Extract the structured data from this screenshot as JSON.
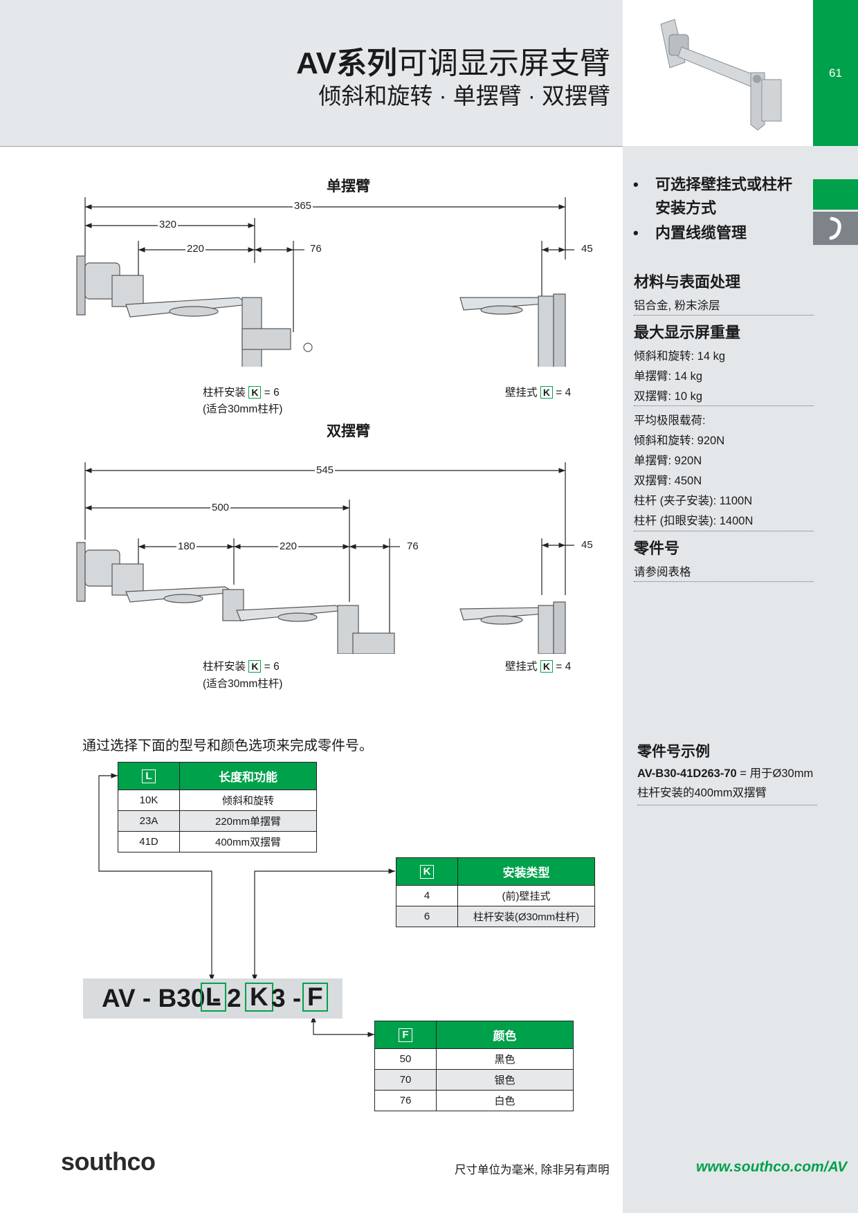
{
  "header": {
    "title_bold": "AV系列",
    "title_rest": "可调显示屏支臂",
    "subtitle": "倾斜和旋转 · 单摆臂 · 双摆臂",
    "page_number": "61"
  },
  "features": [
    "可选择壁挂式或柱杆安装方式",
    "内置线缆管理"
  ],
  "specs": {
    "material_heading": "材料与表面处理",
    "material": "铝合金, 粉末涂层",
    "max_weight_heading": "最大显示屏重量",
    "max_weight": [
      "倾斜和旋转: 14 kg",
      "单摆臂: 14 kg",
      "双摆臂: 10 kg"
    ],
    "load_heading": "平均极限载荷:",
    "loads": [
      "倾斜和旋转: 920N",
      "单摆臂: 920N",
      "双摆臂: 450N",
      "柱杆 (夹子安装): 1100N",
      "柱杆 (扣眼安装): 1400N"
    ],
    "part_heading": "零件号",
    "part_text": "请参阅表格"
  },
  "single_arm": {
    "title": "单摆臂",
    "dims": [
      "365",
      "320",
      "220",
      "76",
      "45"
    ],
    "pole_label": "柱杆安装",
    "pole_value": "= 6",
    "pole_note": "(适合30mm柱杆)",
    "wall_label": "壁挂式",
    "wall_value": "= 4",
    "k": "K"
  },
  "double_arm": {
    "title": "双摆臂",
    "dims": [
      "545",
      "500",
      "180",
      "220",
      "76",
      "45"
    ],
    "pole_label": "柱杆安装",
    "pole_value": "= 6",
    "pole_note": "(适合30mm柱杆)",
    "wall_label": "壁挂式",
    "wall_value": "= 4",
    "k": "K"
  },
  "instruction": "通过选择下面的型号和颜色选项来完成零件号。",
  "table_l": {
    "key": "L",
    "heading": "长度和功能",
    "rows": [
      [
        "10K",
        "倾斜和旋转"
      ],
      [
        "23A",
        "220mm单摆臂"
      ],
      [
        "41D",
        "400mm双摆臂"
      ]
    ]
  },
  "table_k": {
    "key": "K",
    "heading": "安装类型",
    "rows": [
      [
        "4",
        "(前)壁挂式"
      ],
      [
        "6",
        "柱杆安装(Ø30mm柱杆)"
      ]
    ]
  },
  "table_f": {
    "key": "F",
    "heading": "颜色",
    "rows": [
      [
        "50",
        "黑色"
      ],
      [
        "70",
        "银色"
      ],
      [
        "76",
        "白色"
      ]
    ]
  },
  "part_number": {
    "prefix": "AV - B30 -",
    "l": "L",
    "mid1": "2",
    "k": "K",
    "mid2": "3 -",
    "f": "F"
  },
  "example": {
    "heading": "零件号示例",
    "code": "AV-B30-41D263-70",
    "text": " = 用于Ø30mm柱杆安装的400mm双摆臂"
  },
  "footer": {
    "logo": "southco",
    "note": "尺寸单位为毫米, 除非另有声明",
    "website": "www.southco.com/AV"
  },
  "colors": {
    "accent": "#00a14b",
    "panel": "#e4e7ea"
  }
}
